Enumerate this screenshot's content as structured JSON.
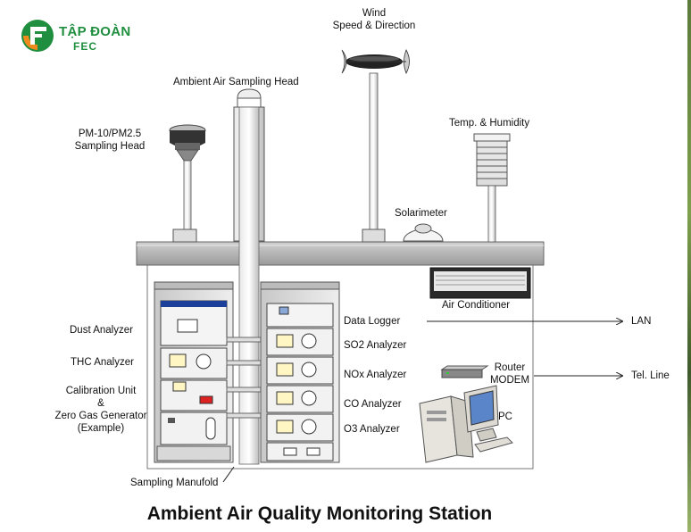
{
  "brand": {
    "name": "TẬP ĐOÀN",
    "sub": "FEC",
    "green": "#1f8e3f",
    "orange": "#f08a1c"
  },
  "title": "Ambient Air Quality Monitoring Station",
  "labels": {
    "wind_line1": "Wind",
    "wind_line2": "Speed & Direction",
    "sampling_head": "Ambient Air Sampling Head",
    "pm_line1": "PM-10/PM2.5",
    "pm_line2": "Sampling Head",
    "temp_humidity": "Temp. & Humidity",
    "solarimeter": "Solarimeter",
    "air_conditioner": "Air Conditioner",
    "lan": "LAN",
    "tel_line": "Tel. Line",
    "router_line1": "Router",
    "router_line2": "MODEM",
    "pc": "PC",
    "dust_analyzer": "Dust Analyzer",
    "thc_analyzer": "THC Analyzer",
    "calib_line1": "Calibration Unit",
    "calib_line2": "&",
    "calib_line3": "Zero Gas Generator",
    "calib_line4": "(Example)",
    "sampling_manifold": "Sampling Manufold",
    "data_logger": "Data Logger",
    "so2_analyzer": "SO2 Analyzer",
    "nox_analyzer": "NOx Analyzer",
    "co_analyzer": "CO Analyzer",
    "o3_analyzer": "O3 Analyzer"
  }
}
